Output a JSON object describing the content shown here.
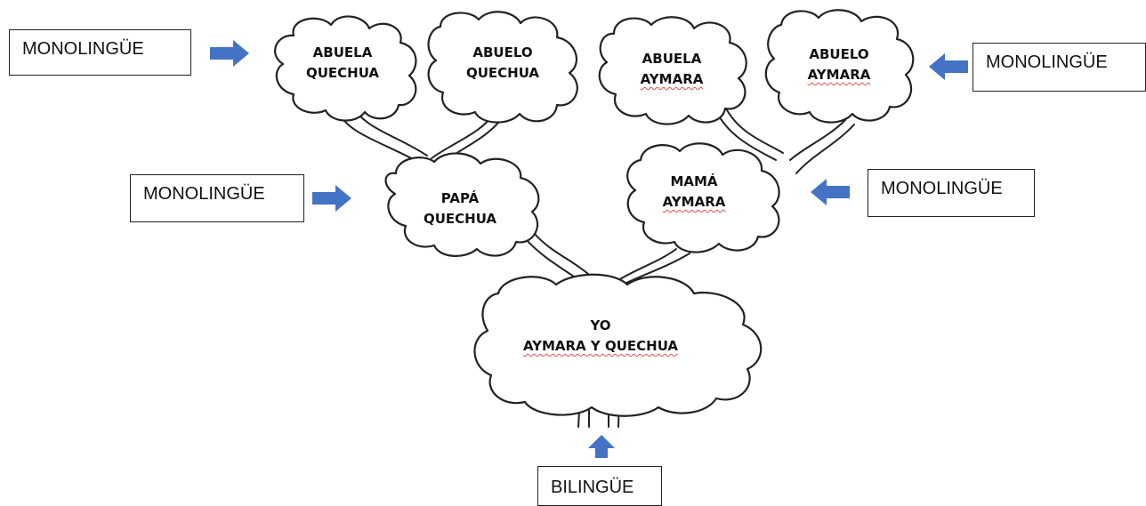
{
  "nodes": {
    "abuela_quechua": [
      "ABUELA",
      "QUECHUA"
    ],
    "abuelo_quechua": [
      "ABUELO",
      "QUECHUA"
    ],
    "abuela_aymara": [
      "ABUELA",
      "AYMARA"
    ],
    "abuelo_aymara": [
      "ABUELO",
      "AYMARA"
    ],
    "papa": [
      "PAPÁ",
      "QUECHUA"
    ],
    "mama": [
      "MAMÁ",
      "AYMARA"
    ],
    "yo": [
      "YO",
      "AYMARA Y QUECHUA"
    ]
  },
  "labels": {
    "top_left": "MONOLINGÜE",
    "top_right": "MONOLINGÜE",
    "mid_left": "MONOLINGÜE",
    "mid_right": "MONOLINGÜE",
    "bottom": "BILINGÜE"
  },
  "colors": {
    "arrow": "#4472C4",
    "outline": "#222222",
    "spellcheck": "#d9534f"
  }
}
